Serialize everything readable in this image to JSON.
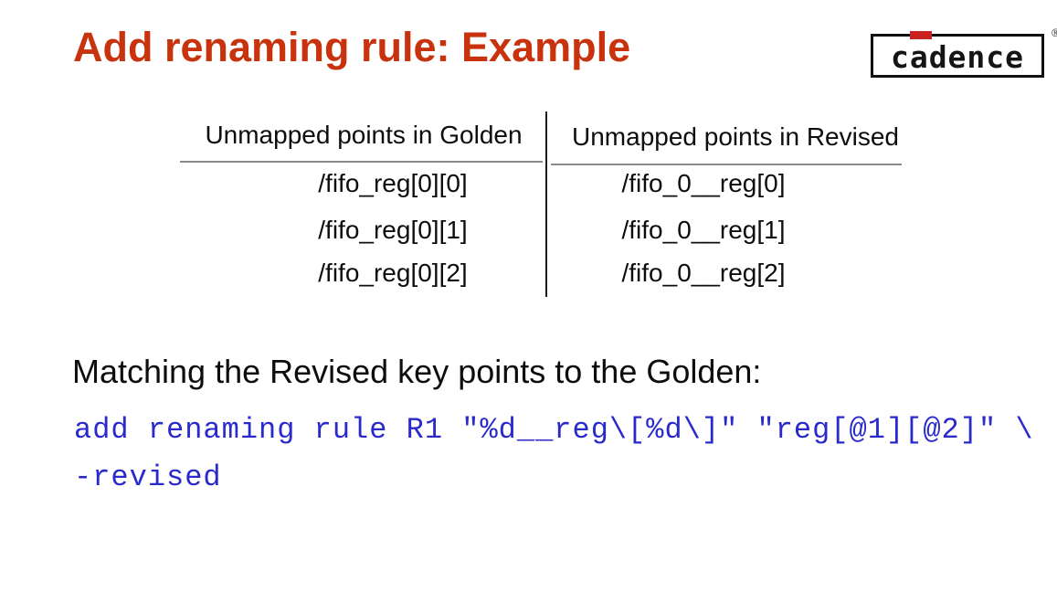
{
  "slide": {
    "title": "Add renaming rule: Example",
    "title_color": "#c8330e",
    "background_color": "#ffffff"
  },
  "logo": {
    "text": "cadence",
    "registered_mark": "®",
    "accent_color": "#c82222",
    "border_color": "#111111"
  },
  "table": {
    "columns": [
      "Unmapped points in Golden",
      "Unmapped points in Revised"
    ],
    "rows": [
      [
        "/fifo_reg[0][0]",
        "/fifo_0__reg[0]"
      ],
      [
        "/fifo_reg[0][1]",
        "/fifo_0__reg[1]"
      ],
      [
        "/fifo_reg[0][2]",
        "/fifo_0__reg[2]"
      ]
    ]
  },
  "body": {
    "heading": "Matching the Revised key points to the Golden:",
    "code_color": "#2a2acc",
    "code_lines": [
      "add renaming rule R1 \"%d__reg\\[%d\\]\" \"reg[@1][@2]\" \\",
      "-revised"
    ]
  }
}
